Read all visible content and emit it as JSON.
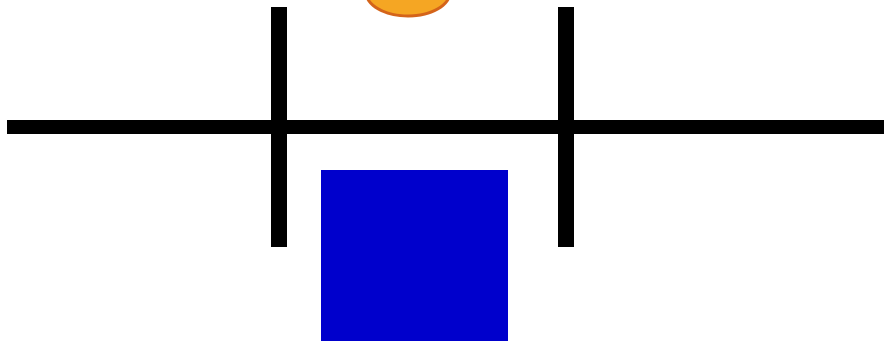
{
  "scene": {
    "background_color": "#ffffff",
    "line_color": "#000000",
    "block_color": "#0000cc",
    "ball_fill": "#f5a623",
    "ball_outline": "#d4641a",
    "objects": [
      "horizontal-wall",
      "left-vertical-wall",
      "right-vertical-wall",
      "blue-square",
      "orange-ball"
    ]
  }
}
